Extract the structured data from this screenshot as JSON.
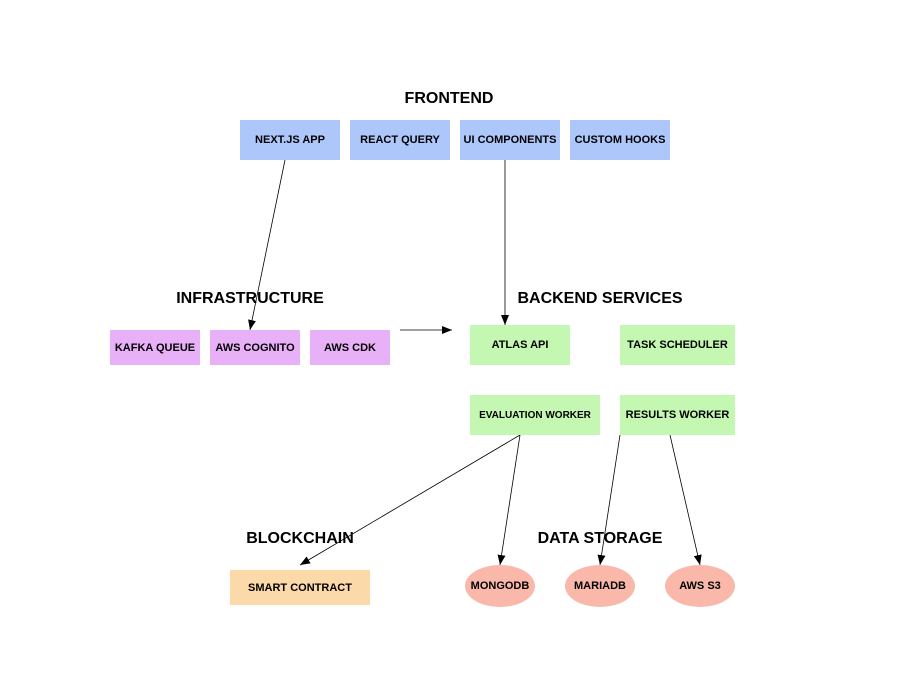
{
  "colors": {
    "frontend": "#aec7fa",
    "infrastructure": "#e8b0f7",
    "backend": "#c4f7b2",
    "blockchain": "#fcd9a8",
    "storage": "#f9b8aa",
    "edge": "#000000"
  },
  "groups": {
    "frontend": "FRONTEND",
    "infrastructure": "INFRASTRUCTURE",
    "backend": "BACKEND SERVICES",
    "blockchain": "BLOCKCHAIN",
    "storage": "DATA STORAGE"
  },
  "nodes": {
    "nextjs": "NEXT.JS APP",
    "react_query": "REACT QUERY",
    "ui_components": "UI COMPONENTS",
    "custom_hooks": "CUSTOM HOOKS",
    "kafka": "KAFKA QUEUE",
    "cognito": "AWS COGNITO",
    "cdk": "AWS CDK",
    "atlas_api": "ATLAS API",
    "task_scheduler": "TASK SCHEDULER",
    "eval_worker": "EVALUATION WORKER",
    "results_worker": "RESULTS WORKER",
    "smart_contract": "SMART CONTRACT",
    "mongodb": "MONGODB",
    "mariadb": "MARIADB",
    "s3": "AWS S3"
  },
  "edges": [
    {
      "from": "nextjs",
      "to": "cognito"
    },
    {
      "from": "ui_components",
      "to": "atlas_api"
    },
    {
      "from": "infrastructure",
      "to": "backend"
    },
    {
      "from": "eval_worker",
      "to": "smart_contract"
    },
    {
      "from": "eval_worker",
      "to": "mongodb"
    },
    {
      "from": "results_worker",
      "to": "mariadb"
    },
    {
      "from": "results_worker",
      "to": "s3"
    }
  ]
}
